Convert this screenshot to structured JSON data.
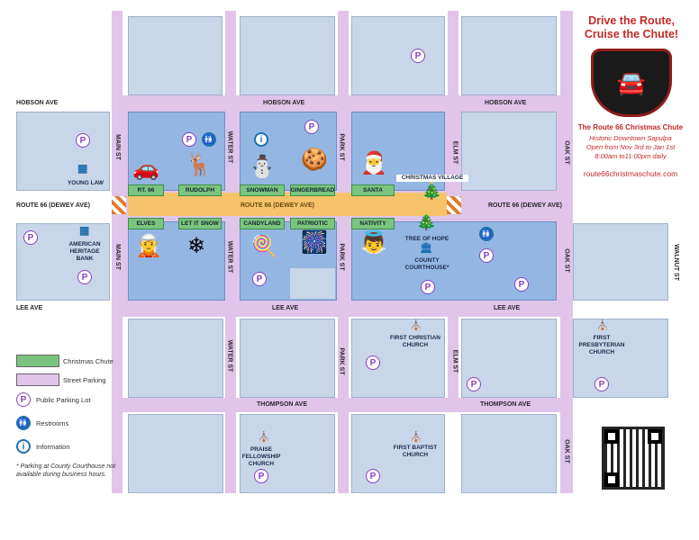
{
  "colors": {
    "street_parking": "#e0c4ea",
    "block": "#c9d6ea",
    "chute_block": "#93b6e3",
    "chute": "#7bc47f",
    "route": "#f6c36b",
    "parking": "#8a3fc0",
    "title": "#c62828"
  },
  "streets": {
    "hobson_left": "HOBSON AVE",
    "hobson_mid": "HOBSON AVE",
    "hobson_right": "HOBSON AVE",
    "route_left": "ROUTE 66 (DEWEY AVE)",
    "route_mid": "ROUTE 66 (DEWEY AVE)",
    "route_right": "ROUTE 66 (DEWEY AVE)",
    "lee_left": "LEE AVE",
    "lee_mid": "LEE AVE",
    "lee_right": "LEE AVE",
    "thompson_mid": "THOMPSON AVE",
    "thompson_right": "THOMPSON AVE",
    "main_top": "MAIN ST",
    "main_bot": "MAIN ST",
    "water_top": "WATER ST",
    "water_mid": "WATER ST",
    "water_bot": "WATER ST",
    "park_top": "PARK ST",
    "park_mid": "PARK ST",
    "park_bot": "PARK ST",
    "elm_top": "ELM ST",
    "elm_bot": "ELM ST",
    "oak_top": "OAK ST",
    "oak_mid": "OAK ST",
    "oak_bot": "OAK ST",
    "walnut": "WALNUT ST"
  },
  "chute_top": [
    "RT. 66",
    "RUDOLPH",
    "SNOWMAN",
    "GINGERBREAD",
    "SANTA"
  ],
  "chute_bottom": [
    "ELVES",
    "LET IT SNOW",
    "CANDYLAND",
    "PATRIOTIC",
    "NATIVITY"
  ],
  "places": {
    "young_law": "YOUNG LAW",
    "american_heritage": "AMERICAN HERITAGE BANK",
    "christmas_village": "CHRISTMAS VILLAGE",
    "tree_of_hope": "TREE OF HOPE",
    "county_courthouse": "COUNTY COURTHOUSE*",
    "first_christian": "FIRST CHRISTIAN CHURCH",
    "first_presbyterian": "FIRST PRESBYTERIAN CHURCH",
    "praise_fellowship": "PRAISE FELLOWSHIP CHURCH",
    "first_baptist": "FIRST BAPTIST CHURCH"
  },
  "parking_symbol": "P",
  "info_symbol": "i",
  "icons": [
    "car-icon",
    "reindeer-icon",
    "snowman-icon",
    "gingerbread-icon",
    "santa-icon",
    "elf-icon",
    "snowflake-icon",
    "candy-cane-icon",
    "fireworks-icon",
    "angel-icon",
    "christmas-tree-icon",
    "building-icon",
    "church-icon",
    "restroom-icon",
    "info-icon",
    "parking-icon",
    "qr-code-icon"
  ],
  "header": {
    "title_line1": "Drive the Route,",
    "title_line2": "Cruise the Chute!",
    "subtitle": "The Route 66 Christmas Chute",
    "line1": "Historic Downtown Sapulpa",
    "line2": "Open from Nov 3rd to Jan 1st",
    "line3": "8:00am to11:00pm daily",
    "url": "route66christmaschute.com"
  },
  "legend": {
    "chute": "Christmas Chute",
    "street_parking": "Street Parking",
    "parking_lot": "Public Parking Lot",
    "restrooms": "Restrooms",
    "information": "Information",
    "note": "* Parking at County Courthouse not available during business hours."
  }
}
